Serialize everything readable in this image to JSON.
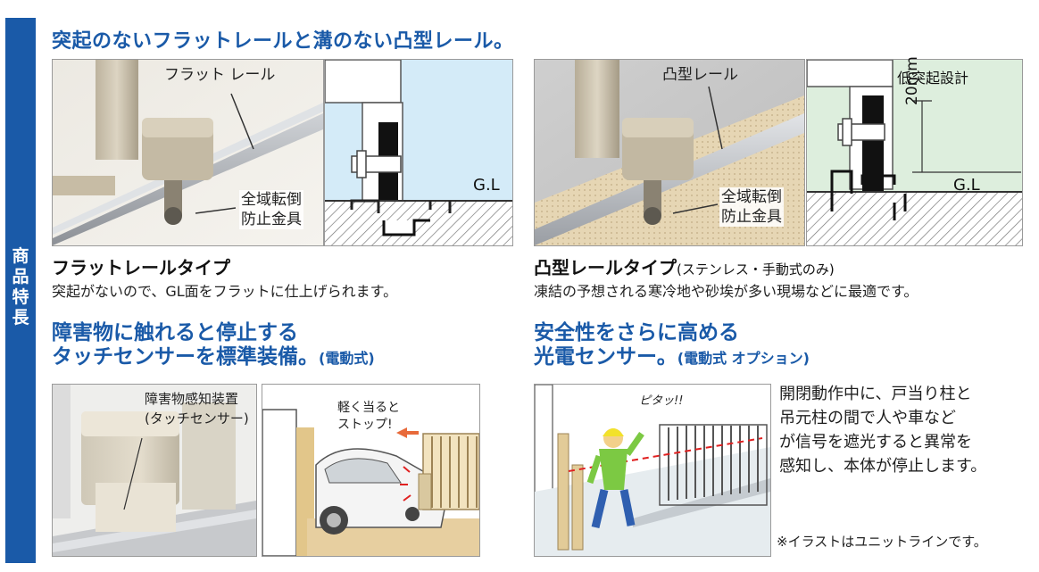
{
  "sidebar": {
    "label_chars": [
      "商",
      "品",
      "特",
      "長"
    ]
  },
  "headline": "突起のないフラットレールと溝のない凸型レール。",
  "flat": {
    "photo_rail_label": "フラット レール",
    "photo_fitting_label": [
      "全域転倒",
      "防止金具"
    ],
    "diagram_gl": "G.L",
    "title": "フラットレールタイプ",
    "description": "突起がないので、GL面をフラットに仕上げられます。"
  },
  "convex": {
    "photo_rail_label": "凸型レール",
    "photo_fitting_label": [
      "全域転倒",
      "防止金具"
    ],
    "diagram_top_label": "低突起設計",
    "diagram_dim": "20mm",
    "diagram_gl": "G.L",
    "title": "凸型レールタイプ",
    "title_sub": "(ステンレス・手動式のみ)",
    "description": "凍結の予想される寒冷地や砂埃が多い現場などに最適です。"
  },
  "touch": {
    "heading_line1": "障害物に触れると停止する",
    "heading_line2": "タッチセンサーを標準装備。",
    "heading_suffix": "(電動式)",
    "photo_label": [
      "障害物感知装置",
      "(タッチセンサー)"
    ],
    "illus_label": [
      "軽く当ると",
      "ストップ!"
    ]
  },
  "photo": {
    "heading_line1": "安全性をさらに高める",
    "heading_line2": "光電センサー。",
    "heading_suffix": "(電動式 オプション)",
    "illus_sfx": "ピタッ!!",
    "paragraph": [
      "開閉動作中に、戸当り柱と",
      "吊元柱の間で人や車など",
      "が信号を遮光すると異常を",
      "感知し、本体が停止します。"
    ],
    "note": "※イラストはユニットラインです。"
  },
  "colors": {
    "brand_blue": "#1a5aa8",
    "diagram_blue": "#d4ebf8",
    "diagram_green": "#ddeedd",
    "sensor_red": "#e02020"
  }
}
